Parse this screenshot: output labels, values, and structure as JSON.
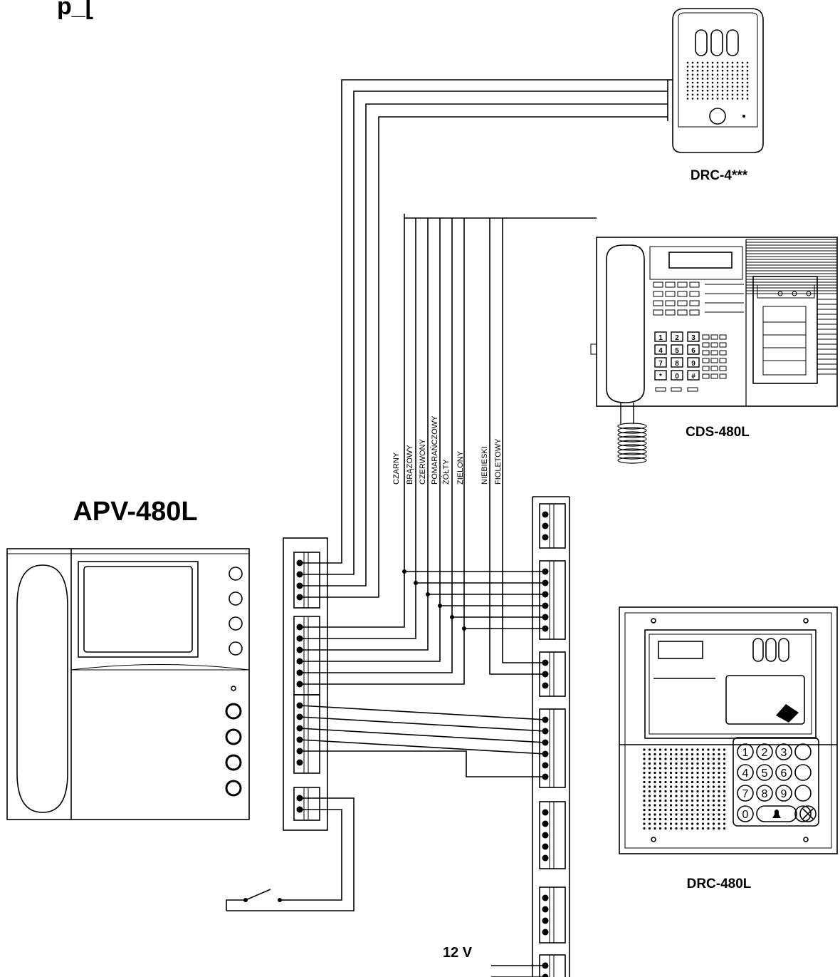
{
  "header_fragment": "p_[",
  "devices": {
    "monitor_label": "APV-480L",
    "door_camera_label": "DRC-4***",
    "console_label": "CDS-480L",
    "door_panel_label": "DRC-480L"
  },
  "wire_colors": [
    "CZARNY",
    "BRĄZOWY",
    "CZERWONY",
    "POMARAŃCZOWY",
    "ŻÓŁTY",
    "ZIELONY",
    "NIEBIESKI",
    "FIOLETOWY"
  ],
  "power_label": "12 V",
  "console_keys": [
    "1",
    "2",
    "3",
    "4",
    "5",
    "6",
    "7",
    "8",
    "9",
    "*",
    "0",
    "#"
  ],
  "panel_keys": [
    "1",
    "2",
    "3",
    "4",
    "5",
    "6",
    "7",
    "8",
    "9",
    "0"
  ]
}
